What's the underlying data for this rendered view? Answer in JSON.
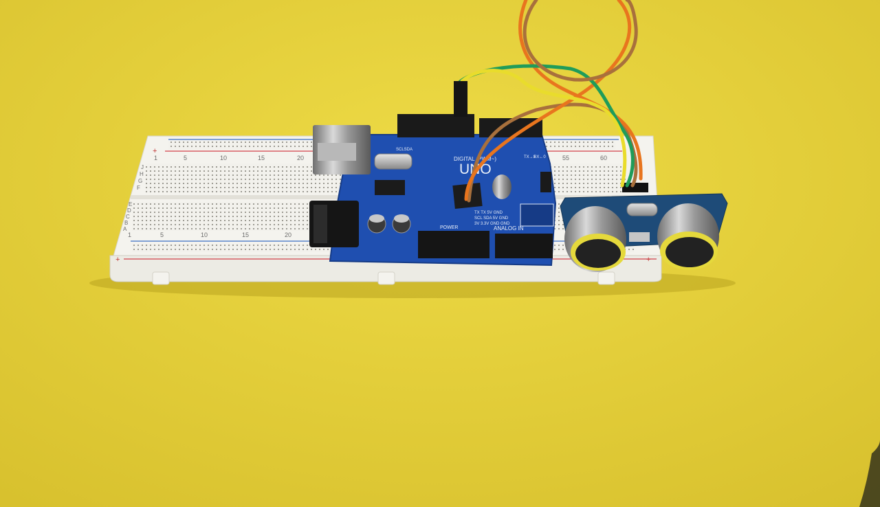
{
  "photo": {
    "subject": "arduino-uno-with-ultrasonic-sensor-on-breadboard",
    "colors": {
      "background": "#e6d23a",
      "board": "#1f4fb0",
      "breadboard": "#f2f1ec",
      "wire_orange": "#e8751e",
      "wire_green": "#1f9c5a",
      "wire_yellow": "#e9dc2c",
      "wire_brown": "#a8703c",
      "sensor_pcb": "#1e4b78"
    }
  },
  "board_text": {
    "model": "UNO",
    "header_top": "DIGITAL (PWM~)",
    "i2c": "SCLSDA",
    "tx": "TX→1",
    "rx": "RX←0",
    "analog": "ANALOG IN",
    "power": "POWER",
    "pins_row1": "TX  TX  5V  GND",
    "pins_row2": "SCL SDA 5V  GND",
    "pins_row3": "3V  3.3V GND GND"
  },
  "breadboard_text": {
    "top_numbers": [
      "1",
      "5",
      "10",
      "15",
      "20",
      "55",
      "60"
    ],
    "bottom_numbers": [
      "1",
      "5",
      "10",
      "15",
      "20"
    ],
    "rows_top": [
      "J",
      "H",
      "G",
      "F"
    ],
    "rows_bottom": [
      "E",
      "D",
      "C",
      "B",
      "A"
    ],
    "plus": "+",
    "minus": "-"
  }
}
